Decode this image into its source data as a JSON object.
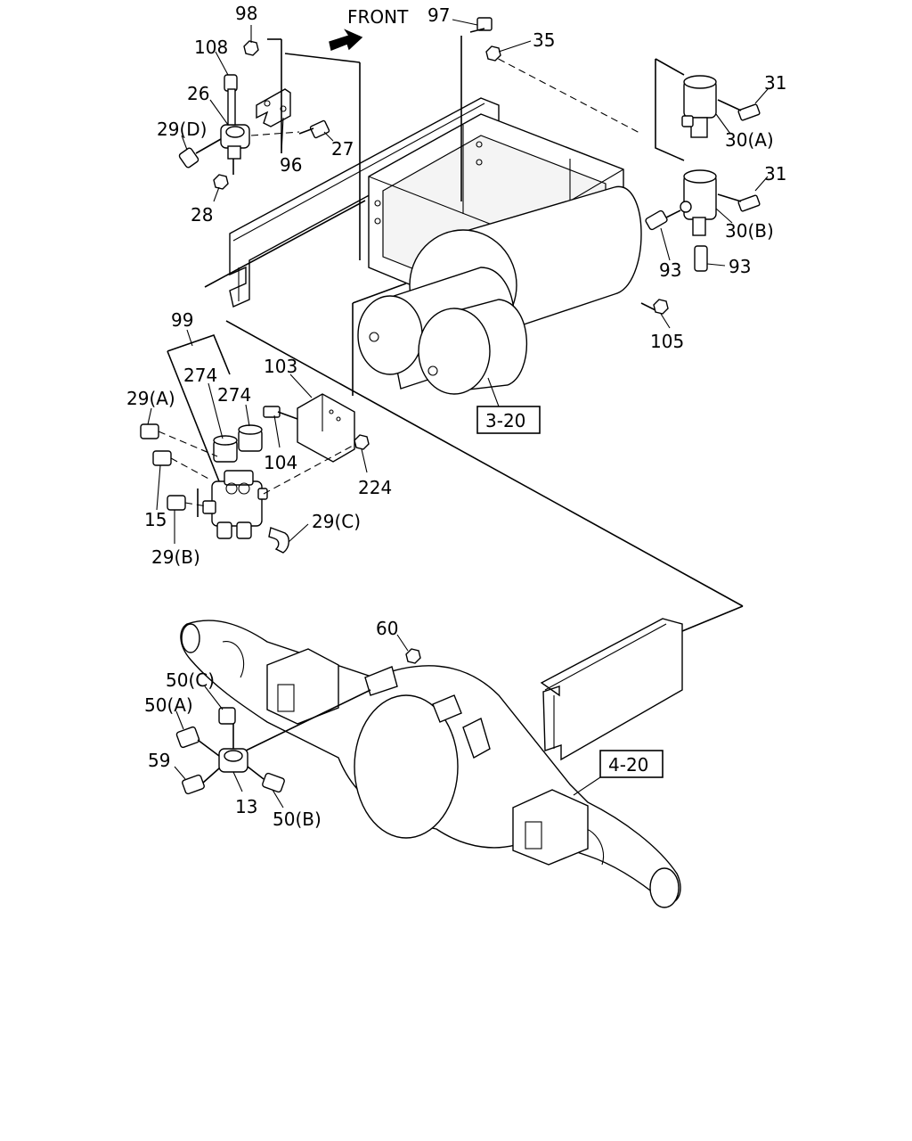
{
  "front_label": "FRONT",
  "callouts": {
    "c98": "98",
    "c108": "108",
    "c26": "26",
    "c29d": "29(D)",
    "c96": "96",
    "c27": "27",
    "c28": "28",
    "c97": "97",
    "c35": "35",
    "c31a": "31",
    "c30a": "30(A)",
    "c31b": "31",
    "c30b": "30(B)",
    "c93a": "93",
    "c93b": "93",
    "c105": "105",
    "c99": "99",
    "c274a": "274",
    "c274b": "274",
    "c103": "103",
    "c29a": "29(A)",
    "c104": "104",
    "c224": "224",
    "c15": "15",
    "c29c": "29(C)",
    "c29b": "29(B)",
    "c60": "60",
    "c50c": "50(C)",
    "c50a": "50(A)",
    "c59": "59",
    "c13": "13",
    "c50b": "50(B)"
  },
  "refs": {
    "r320": "3-20",
    "r420": "4-20"
  }
}
